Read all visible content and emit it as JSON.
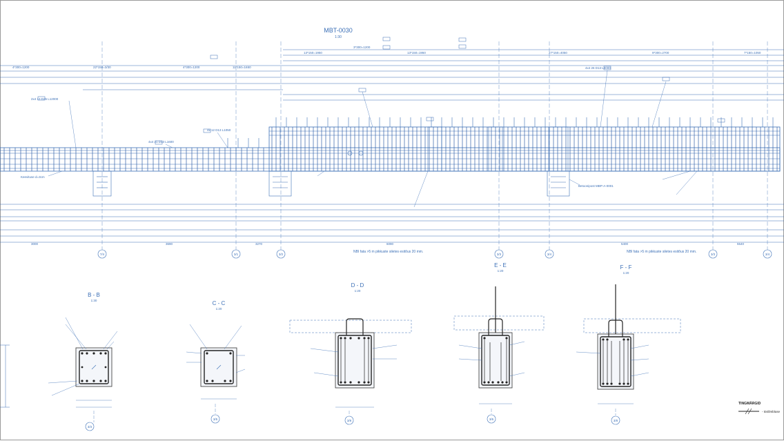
{
  "drawing": {
    "title": "MBT-0030",
    "scale": "1:30",
    "grid_axes": [
      "7/4",
      "3/1",
      "3/2",
      "3/3",
      "3/4",
      "3/3",
      "3/4"
    ],
    "notes": {
      "note_left": "NBI fata >5 m pikkuste siletes esitõus 20 mm.",
      "note_right": "NBI fata >5 m pikkuste siletes esitõus 20 mm."
    },
    "top_dims": [
      "4*300=1200",
      "22*150=3/30",
      "4*300=1200",
      "11*150=1650",
      "13*150=1950",
      "3*300=1200",
      "13*150=1950",
      "27*150=4050",
      "9*300=2700",
      "7*150=1050"
    ],
    "bottom_dims": [
      "3000",
      "3690",
      "3270",
      "6090",
      "5400",
      "5540"
    ],
    "callouts": [
      "2x4 13 D25 L12000",
      "4x 12 D13 L1050",
      "4x4 21 D13 L1600",
      "4x4 26 D13 L9000",
      "Keevituse d=3cm",
      "Betoonipost MBP-A-0001"
    ]
  },
  "sections": [
    {
      "title": "B - B",
      "scale": "1:30",
      "axis": "3/3"
    },
    {
      "title": "C - C",
      "scale": "1:20",
      "axis": "3/5"
    },
    {
      "title": "D - D",
      "scale": "1:20",
      "axis": "3/8"
    },
    {
      "title": "E - E",
      "scale": "1:20",
      "axis": "3/6"
    },
    {
      "title": "F - F",
      "scale": "1:20",
      "axis": "3/8"
    }
  ],
  "legend": {
    "title": "TINGMÄRGID",
    "item": "- tööõmbluse"
  },
  "colors": {
    "line": "#3b6fb6",
    "dark": "#222222"
  }
}
